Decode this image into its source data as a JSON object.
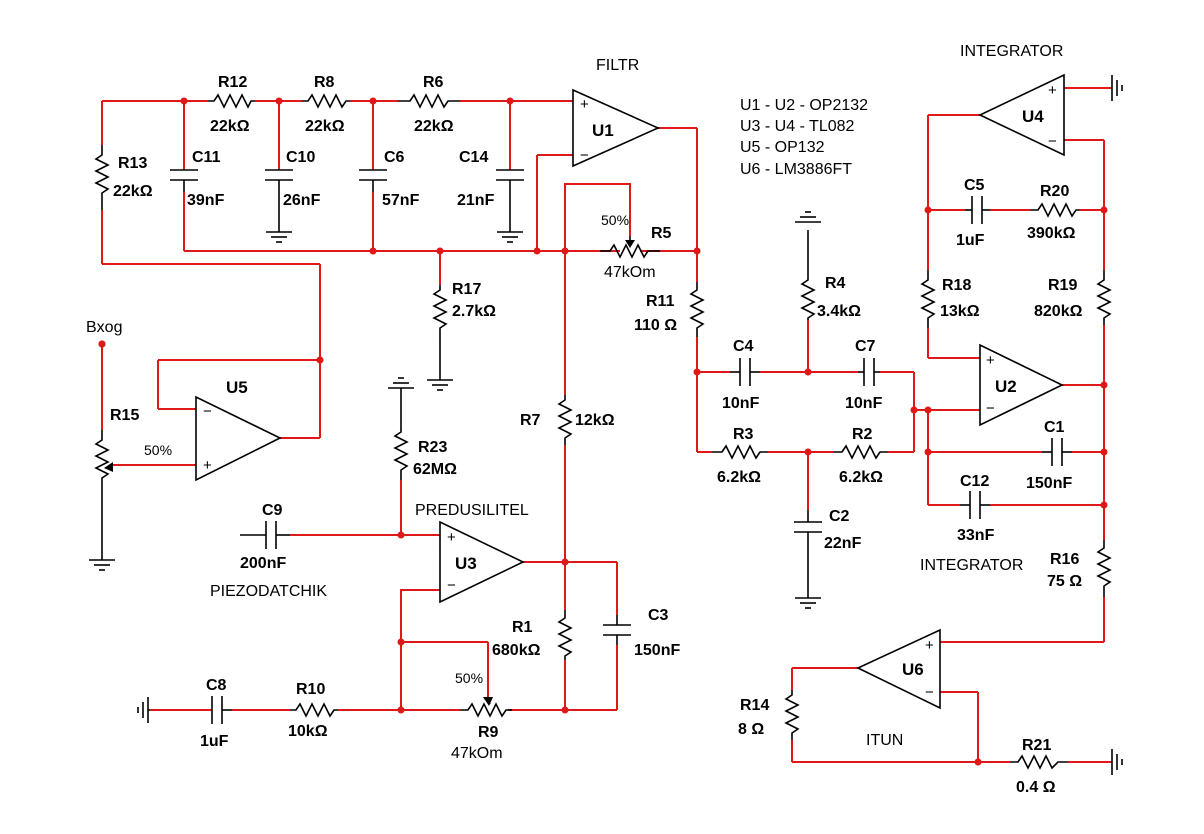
{
  "blocks": {
    "filtr": "FILTR",
    "integrator_top": "INTEGRATOR",
    "integrator_mid": "INTEGRATOR",
    "predusilitel": "PREDUSILITEL",
    "piezodatchik": "PIEZODATCHIK",
    "itun": "ITUN",
    "input": "Bxog"
  },
  "parts_list": [
    "U1 - U2 - OP2132",
    "U3 - U4 - TL082",
    "U5 - OP132",
    "U6 - LM3886FT"
  ],
  "opamps": {
    "U1": "U1",
    "U2": "U2",
    "U3": "U3",
    "U4": "U4",
    "U5": "U5",
    "U6": "U6"
  },
  "pins": {
    "plus": "+",
    "minus": "−"
  },
  "components": {
    "R12": {
      "name": "R12",
      "value": "22kΩ"
    },
    "R8": {
      "name": "R8",
      "value": "22kΩ"
    },
    "R6": {
      "name": "R6",
      "value": "22kΩ"
    },
    "R13": {
      "name": "R13",
      "value": "22kΩ"
    },
    "C11": {
      "name": "C11",
      "value": "39nF"
    },
    "C10": {
      "name": "C10",
      "value": "26nF"
    },
    "C6": {
      "name": "C6",
      "value": "57nF"
    },
    "C14": {
      "name": "C14",
      "value": "21nF"
    },
    "R17": {
      "name": "R17",
      "value": "2.7kΩ"
    },
    "R5": {
      "name": "R5",
      "value": "47kOm",
      "setting": "50%"
    },
    "R11": {
      "name": "R11",
      "value": "110 Ω"
    },
    "R15": {
      "name": "R15",
      "setting": "50%"
    },
    "R23": {
      "name": "R23",
      "value": "62MΩ"
    },
    "R7": {
      "name": "R7",
      "value": "12kΩ"
    },
    "C9": {
      "name": "C9",
      "value": "200nF"
    },
    "R1": {
      "name": "R1",
      "value": "680kΩ"
    },
    "C3": {
      "name": "C3",
      "value": "150nF"
    },
    "C8": {
      "name": "C8",
      "value": "1uF"
    },
    "R10": {
      "name": "R10",
      "value": "10kΩ"
    },
    "R9": {
      "name": "R9",
      "value": "47kOm",
      "setting": "50%"
    },
    "R4": {
      "name": "R4",
      "value": "3.4kΩ"
    },
    "C4": {
      "name": "C4",
      "value": "10nF"
    },
    "C7": {
      "name": "C7",
      "value": "10nF"
    },
    "R3": {
      "name": "R3",
      "value": "6.2kΩ"
    },
    "R2": {
      "name": "R2",
      "value": "6.2kΩ"
    },
    "C2": {
      "name": "C2",
      "value": "22nF"
    },
    "C5": {
      "name": "C5",
      "value": "1uF"
    },
    "R20": {
      "name": "R20",
      "value": "390kΩ"
    },
    "R18": {
      "name": "R18",
      "value": "13kΩ"
    },
    "R19": {
      "name": "R19",
      "value": "820kΩ"
    },
    "C1": {
      "name": "C1",
      "value": "150nF"
    },
    "C12": {
      "name": "C12",
      "value": "33nF"
    },
    "R16": {
      "name": "R16",
      "value": "75 Ω"
    },
    "R14": {
      "name": "R14",
      "value": "8 Ω"
    },
    "R21": {
      "name": "R21",
      "value": "0.4 Ω"
    }
  },
  "colors": {
    "wire": "#e01818",
    "component": "#000000",
    "background": "#ffffff"
  }
}
